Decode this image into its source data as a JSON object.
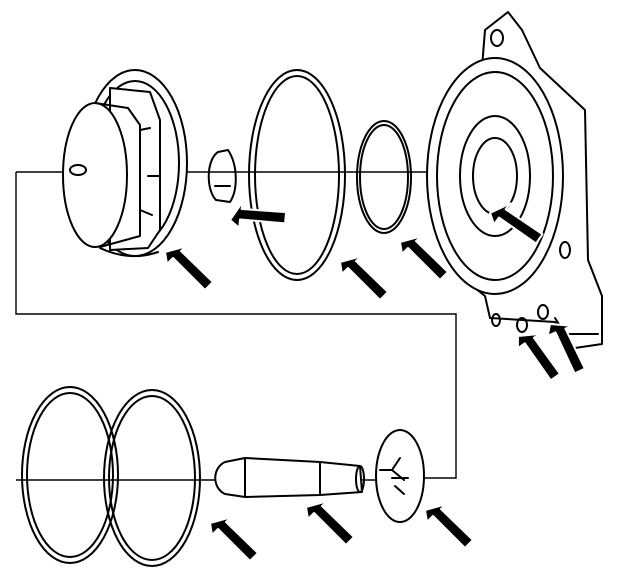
{
  "figure": {
    "kind": "exploded-view line drawing",
    "line_color": "#000000",
    "background": "#ffffff"
  },
  "parts": [
    {
      "id": "piston-housing",
      "icon": "piston-housing-icon"
    },
    {
      "id": "snap-ring",
      "icon": "snap-ring-icon"
    },
    {
      "id": "large-seal",
      "icon": "seal-ring-icon"
    },
    {
      "id": "small-o-ring",
      "icon": "o-ring-icon"
    },
    {
      "id": "servo-cover",
      "icon": "servo-cover-icon"
    },
    {
      "id": "outer-seal-pair",
      "icon": "seal-rings-icon"
    },
    {
      "id": "servo-pin",
      "icon": "servo-pin-icon"
    },
    {
      "id": "retainer-clip",
      "icon": "retainer-clip-icon"
    }
  ],
  "callouts": {
    "count": 10,
    "icon": "arrow-icon"
  }
}
